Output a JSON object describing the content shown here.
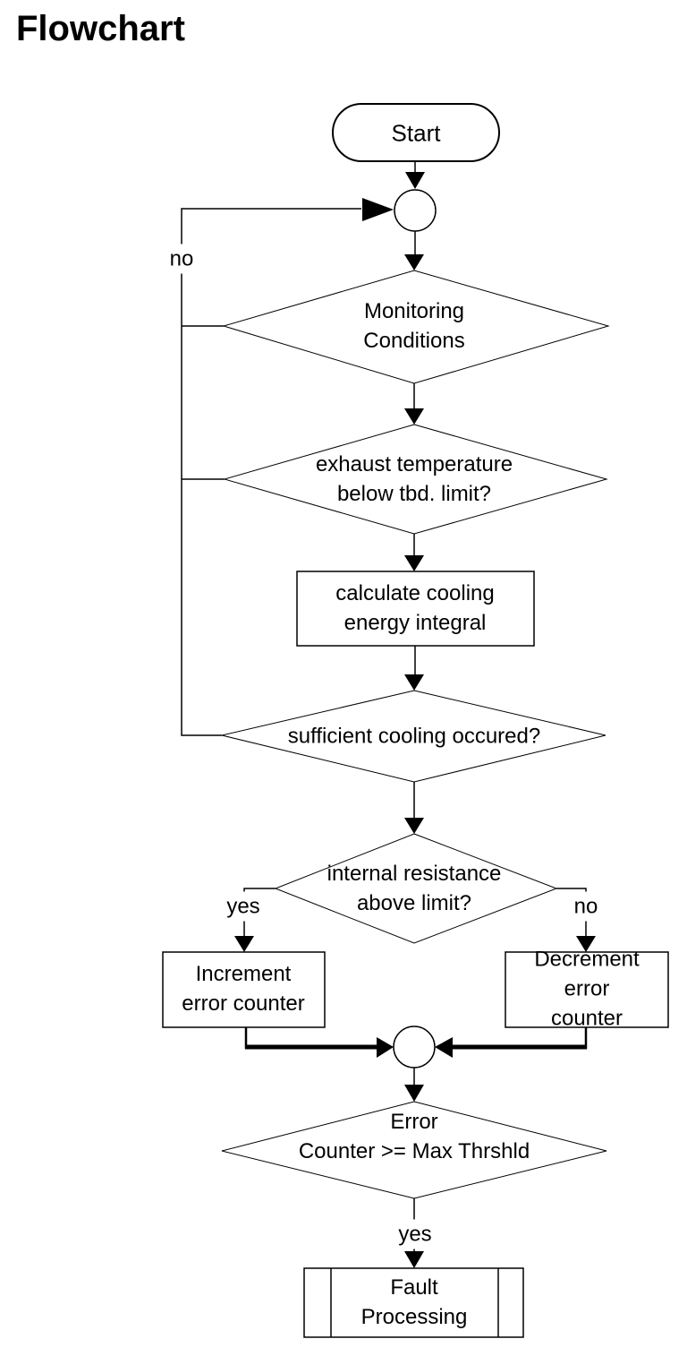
{
  "title": "Flowchart",
  "colors": {
    "background": "#ffffff",
    "line": "#000000",
    "text": "#000000"
  },
  "nodes": {
    "start": {
      "type": "terminator",
      "label": "Start"
    },
    "monitoring": {
      "type": "decision",
      "label": "Monitoring\nConditions"
    },
    "exhaust_temp": {
      "type": "decision",
      "label": "exhaust temperature\nbelow tbd. limit?"
    },
    "calc_cooling": {
      "type": "process",
      "label": "calculate cooling\nenergy integral"
    },
    "sufficient_cooling": {
      "type": "decision",
      "label": "sufficient cooling occured?"
    },
    "internal_resistance": {
      "type": "decision",
      "label": "internal resistance\nabove limit?"
    },
    "increment": {
      "type": "process",
      "label": "Increment\nerror counter"
    },
    "decrement": {
      "type": "process",
      "label": "Decrement\nerror counter"
    },
    "error_counter": {
      "type": "decision",
      "label": "Error\nCounter >= Max Thrshld"
    },
    "fault_processing": {
      "type": "predefined_process",
      "label": "Fault\nProcessing"
    }
  },
  "edge_labels": {
    "loop_no": "no",
    "resistance_yes": "yes",
    "resistance_no": "no",
    "fault_yes": "yes"
  }
}
